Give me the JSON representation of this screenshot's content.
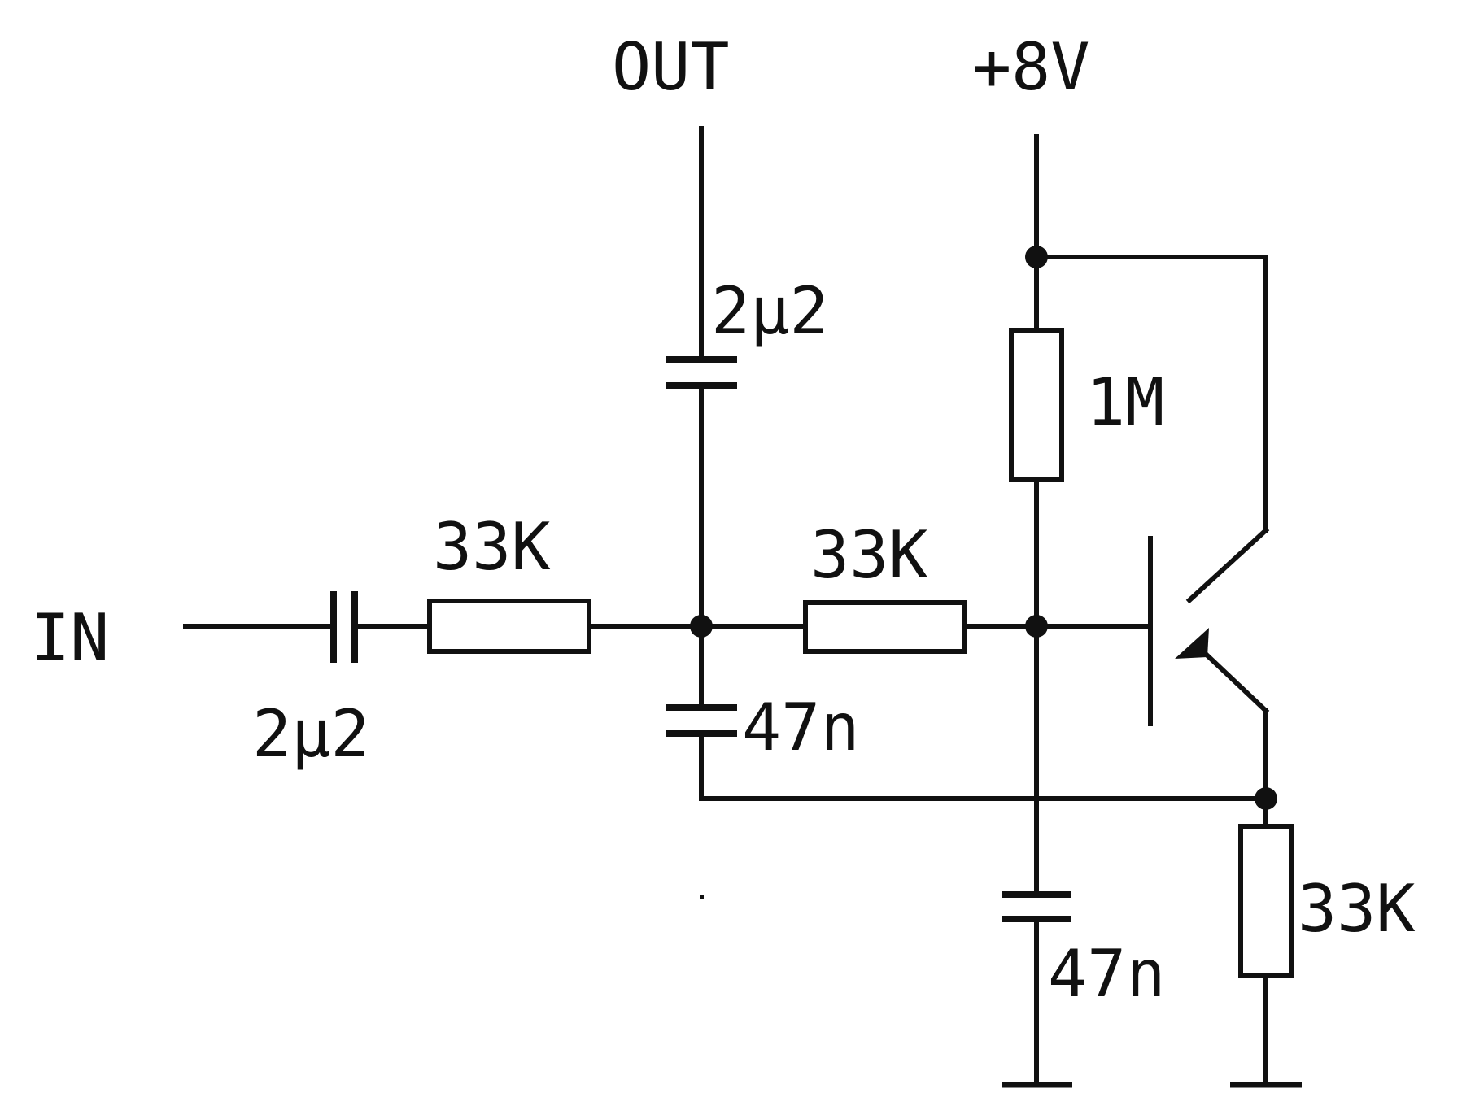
{
  "labels": {
    "in": "IN",
    "out": "OUT",
    "vcc": "+8V",
    "c_in": "2μ2",
    "r_in": "33K",
    "c_out": "2μ2",
    "r_mid": "33K",
    "c_shunt": "47n",
    "r_bias": "1M",
    "c_base": "47n",
    "r_emitter": "33K"
  }
}
